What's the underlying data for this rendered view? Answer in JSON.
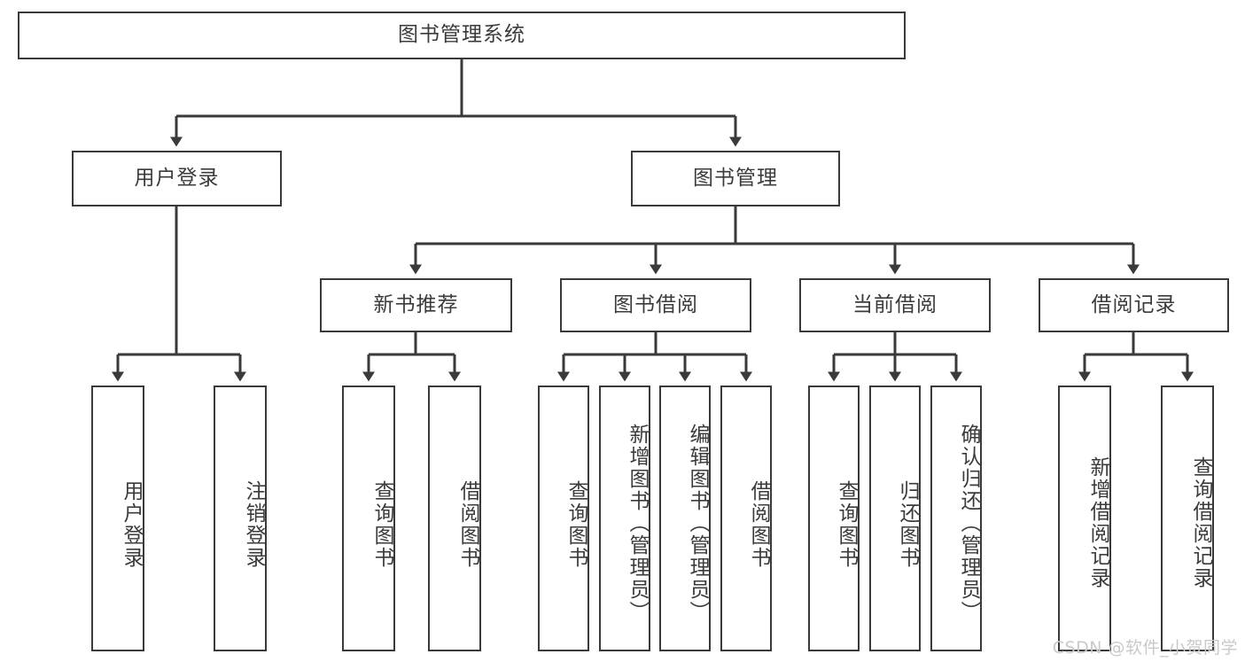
{
  "diagram": {
    "title": "图书管理系统",
    "watermark": "CSDN @软件_小贺同学",
    "nodes": {
      "root": "图书管理系统",
      "user_login": "用户登录",
      "book_manage": "图书管理",
      "new_book_rec": "新书推荐",
      "book_borrow": "图书借阅",
      "current_borrow": "当前借阅",
      "borrow_record": "借阅记录",
      "leaf_user_login": "用户登录",
      "leaf_logout_login": "注销登录",
      "leaf_query_book_1": "查询图书",
      "leaf_borrow_book_1": "借阅图书",
      "leaf_query_book_2": "查询图书",
      "leaf_add_book_admin": "新增图书（管理员）",
      "leaf_edit_book_admin": "编辑图书（管理员）",
      "leaf_borrow_book_2": "借阅图书",
      "leaf_query_book_3": "查询图书",
      "leaf_return_book": "归还图书",
      "leaf_confirm_return_admin": "确认归还（管理员）",
      "leaf_add_borrow_record": "新增借阅记录",
      "leaf_query_borrow_record": "查询借阅记录"
    },
    "colors": {
      "stroke": "#3a3a3a",
      "text": "#3b3b3b",
      "background": "#ffffff",
      "watermark": "#c9c9c9"
    }
  }
}
